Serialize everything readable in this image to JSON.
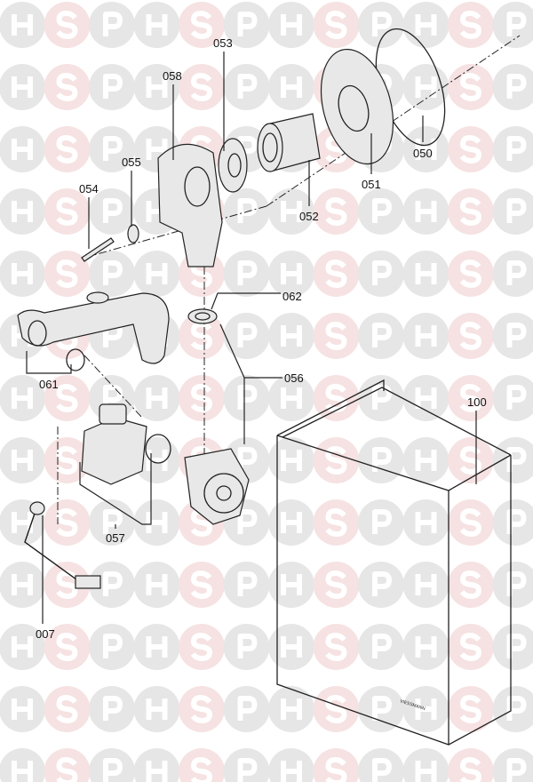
{
  "watermark": {
    "letters": [
      "H",
      "S",
      "P"
    ],
    "colors": {
      "H": "#e6e6e6",
      "S": "#f6e2e2",
      "P": "#e6e6e6"
    }
  },
  "labels": {
    "p050": "050",
    "p051": "051",
    "p052": "052",
    "p053": "053",
    "p058": "058",
    "p055": "055",
    "p054": "054",
    "p062": "062",
    "p056": "056",
    "p061": "061",
    "p100": "100",
    "p057": "057",
    "p007": "007"
  },
  "casing_logo": "VIESSMANN"
}
